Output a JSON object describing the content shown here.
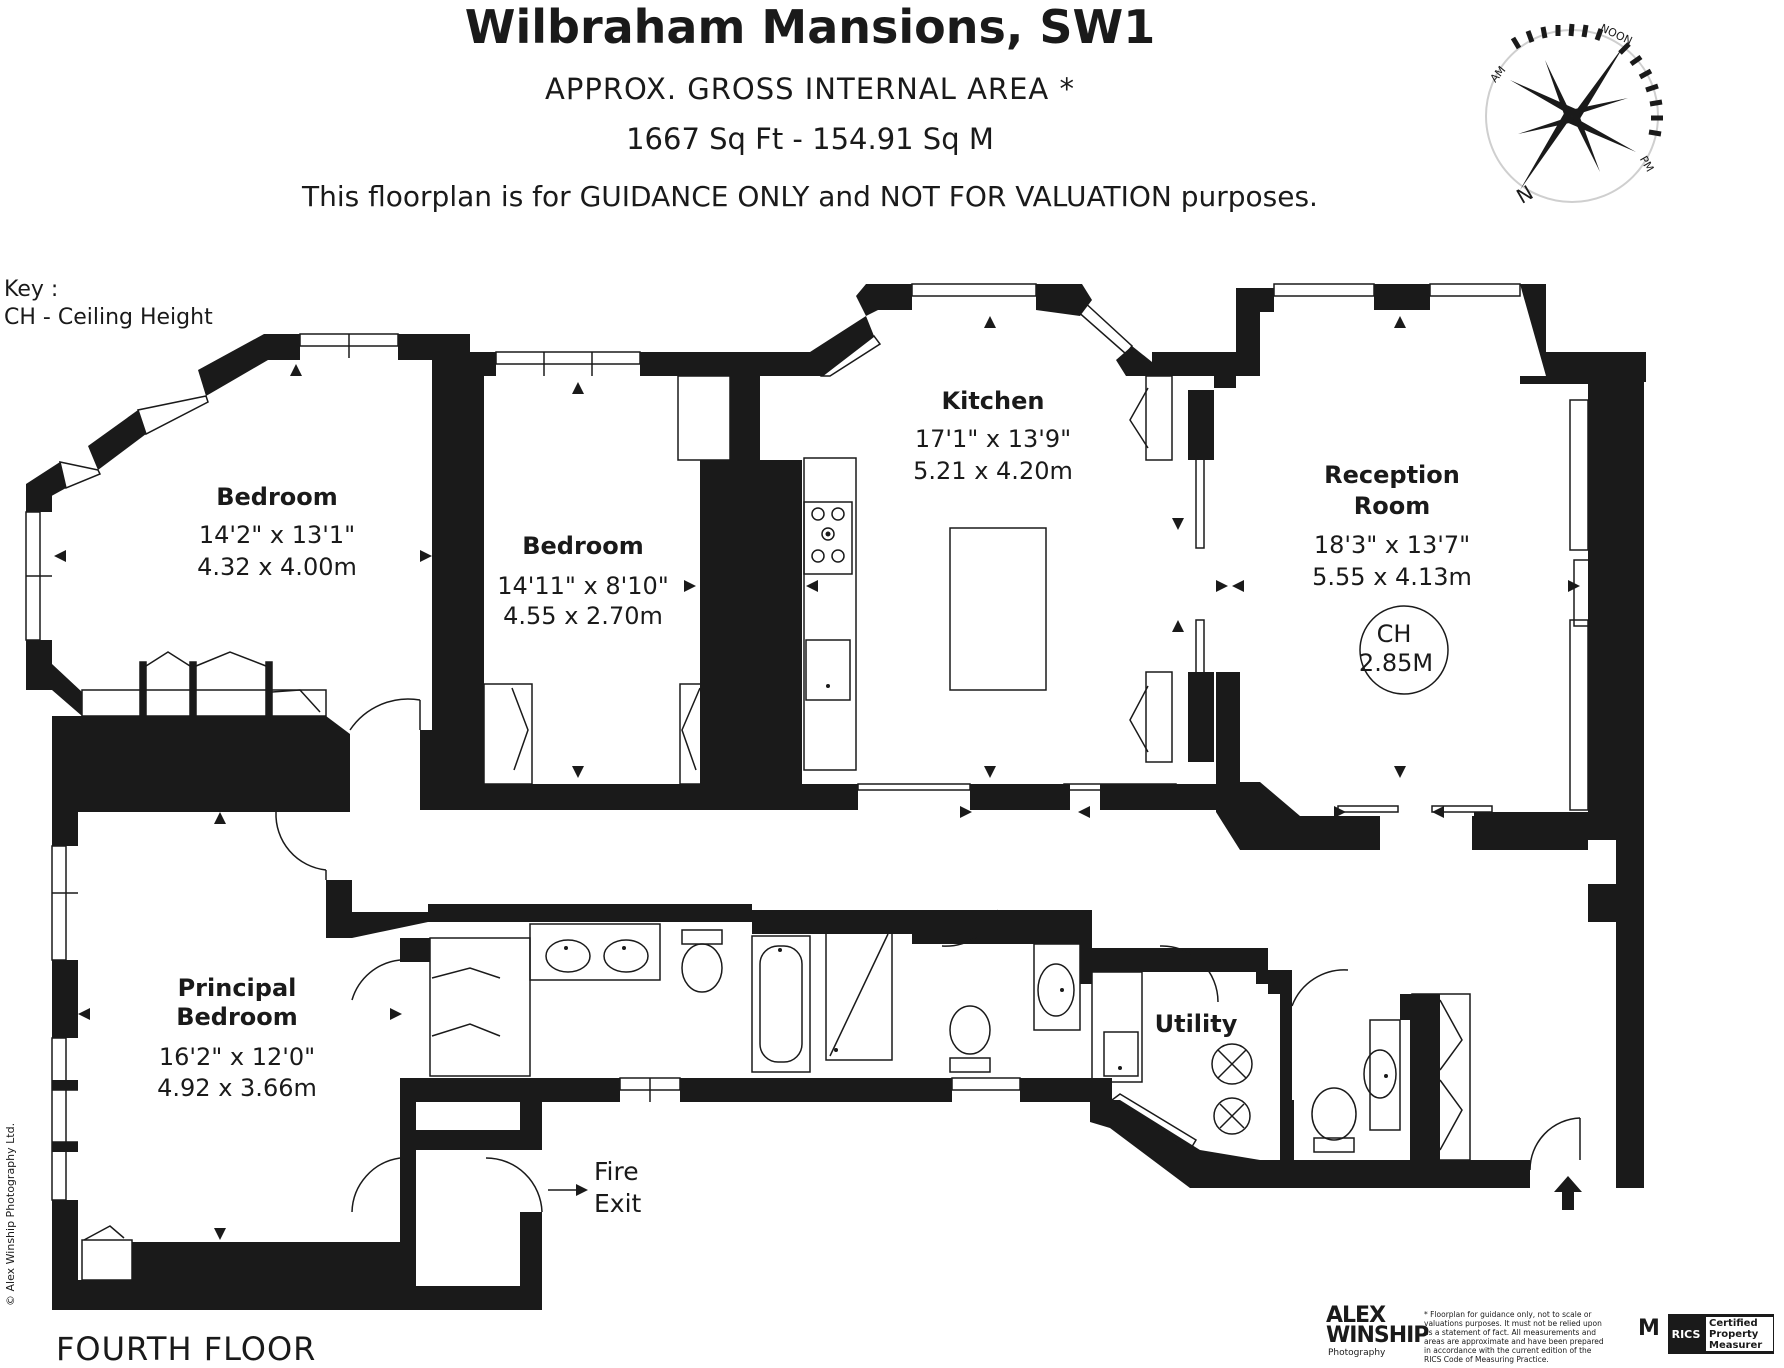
{
  "header": {
    "title": "Wilbraham Mansions, SW1",
    "area_label": "APPROX. GROSS INTERNAL  AREA *",
    "area_value": "1667 Sq Ft  -  154.91 Sq M",
    "disclaimer": "This floorplan is for GUIDANCE ONLY and NOT FOR VALUATION purposes."
  },
  "key": {
    "line1": "Key :",
    "line2": "CH - Ceiling Height"
  },
  "compass": {
    "am": "AM",
    "noon": "NOON",
    "pm": "PM",
    "north": "N"
  },
  "rooms": {
    "bedroom1": {
      "name": "Bedroom",
      "imperial": "14'2\" x 13'1\"",
      "metric": "4.32 x 4.00m"
    },
    "bedroom2": {
      "name": "Bedroom",
      "imperial": "14'11\" x 8'10\"",
      "metric": "4.55 x 2.70m"
    },
    "kitchen": {
      "name": "Kitchen",
      "imperial": "17'1\" x 13'9\"",
      "metric": "5.21 x 4.20m"
    },
    "reception": {
      "name_line1": "Reception",
      "name_line2": "Room",
      "imperial": "18'3\" x 13'7\"",
      "metric": "5.55 x 4.13m"
    },
    "principal": {
      "name_line1": "Principal",
      "name_line2": "Bedroom",
      "imperial": "16'2\" x 12'0\"",
      "metric": "4.92 x 3.66m"
    },
    "utility": {
      "name": "Utility"
    }
  },
  "ceiling": {
    "line1": "CH",
    "line2": "2.85M"
  },
  "fire_exit": {
    "line1": "Fire",
    "line2": "Exit"
  },
  "floor_label": "FOURTH FLOOR",
  "copyright": "© Alex Winship Photography Ltd.",
  "branding": {
    "logo_line1": "ALEX",
    "logo_line2": "WINSHIP",
    "logo_sub": "Photography",
    "fine_print": "* Floorplan for guidance only, not to scale or valuations purposes. It must not be relied upon as a statement of fact. All measurements and areas are approximate and have been prepared in accordance with the current edition of the RICS Code of Measuring Practice.",
    "rics_mark": "RICS",
    "rics_text": "Certified Property Measurer",
    "mm_mark": "M"
  }
}
